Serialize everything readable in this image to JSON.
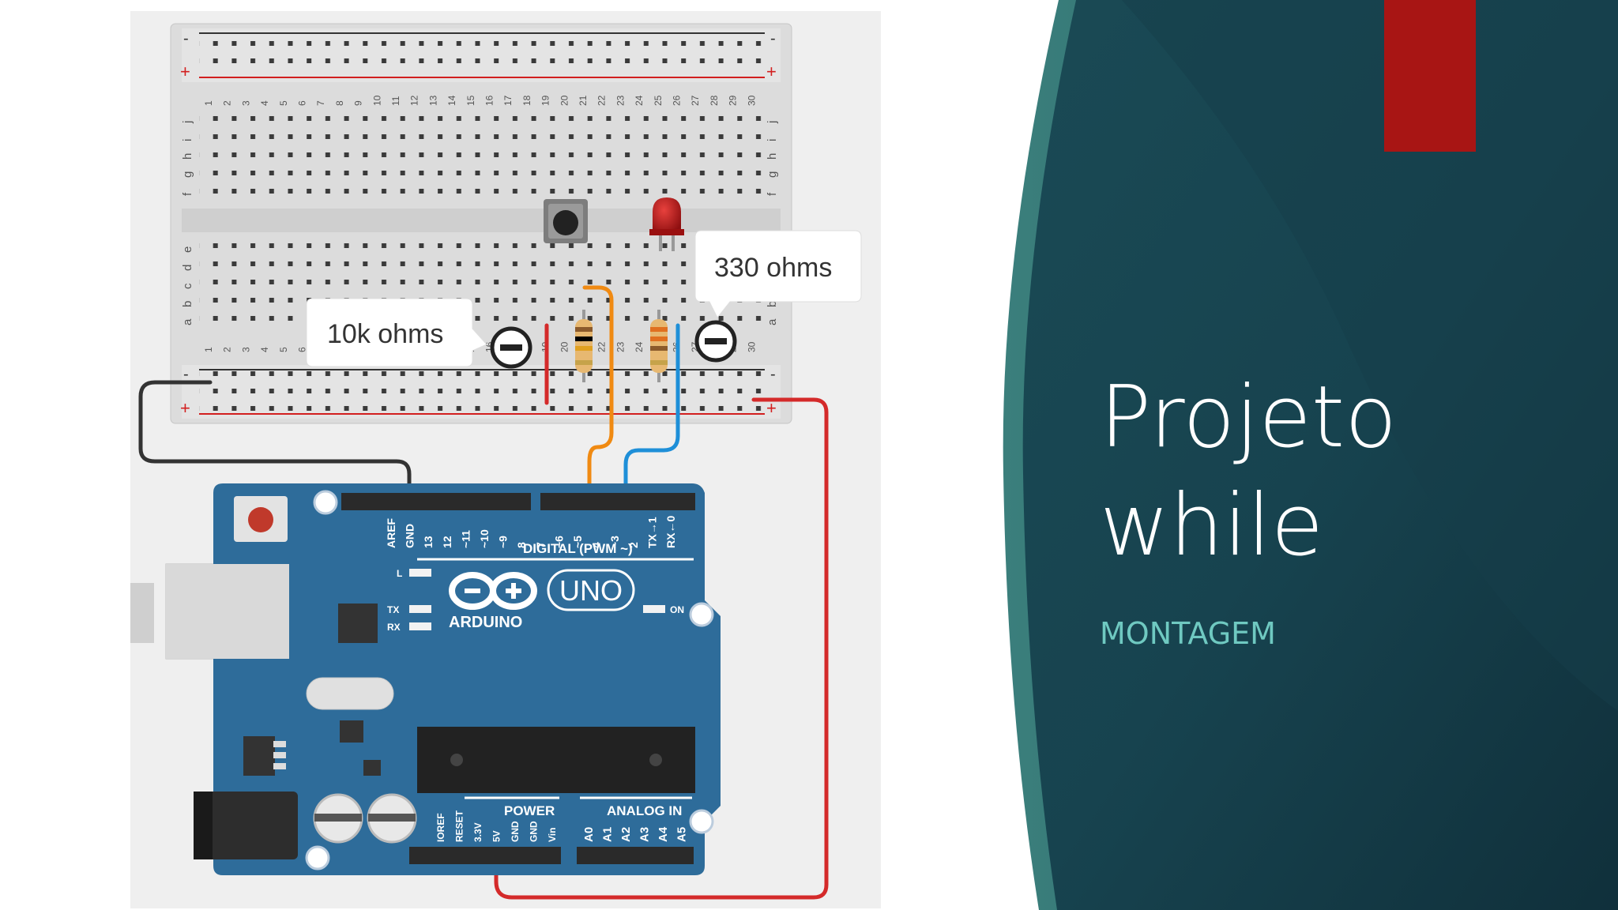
{
  "slide": {
    "title_line1": "Projeto",
    "title_line2": "while",
    "subtitle": "MONTAGEM",
    "colors": {
      "panel_dark": "#153b47",
      "panel_mid": "#1f5f62",
      "accent_red": "#a81514",
      "subtitle": "#6fc9c1",
      "arduino_blue": "#2e6c9a"
    }
  },
  "circuit": {
    "callout_10k": "10k ohms",
    "callout_330": "330 ohms",
    "breadboard": {
      "rail_minus": "-",
      "rail_plus": "+",
      "rows_top": [
        "j",
        "i",
        "h",
        "g",
        "f"
      ],
      "rows_bottom": [
        "e",
        "d",
        "c",
        "b",
        "a"
      ],
      "columns": [
        "1",
        "2",
        "3",
        "4",
        "5",
        "6",
        "7",
        "8",
        "9",
        "10",
        "11",
        "12",
        "13",
        "14",
        "15",
        "16",
        "17",
        "18",
        "19",
        "20",
        "21",
        "22",
        "23",
        "24",
        "25",
        "26",
        "27",
        "28",
        "29",
        "30"
      ]
    },
    "arduino": {
      "brand": "ARDUINO",
      "model": "UNO",
      "digital_label": "DIGITAL (PWM ~)",
      "power_label": "POWER",
      "analog_label": "ANALOG IN",
      "on_label": "ON",
      "led_l": "L",
      "led_tx": "TX",
      "led_rx": "RX",
      "digital_pins": [
        "AREF",
        "GND",
        "13",
        "12",
        "~11",
        "~10",
        "~9",
        "8",
        "7",
        "~6",
        "~5",
        "4",
        "~3",
        "2",
        "TX→1",
        "RX←0"
      ],
      "power_pins": [
        "IOREF",
        "RESET",
        "3.3V",
        "5V",
        "GND",
        "GND",
        "Vin"
      ],
      "analog_pins": [
        "A0",
        "A1",
        "A2",
        "A3",
        "A4",
        "A5"
      ]
    }
  }
}
